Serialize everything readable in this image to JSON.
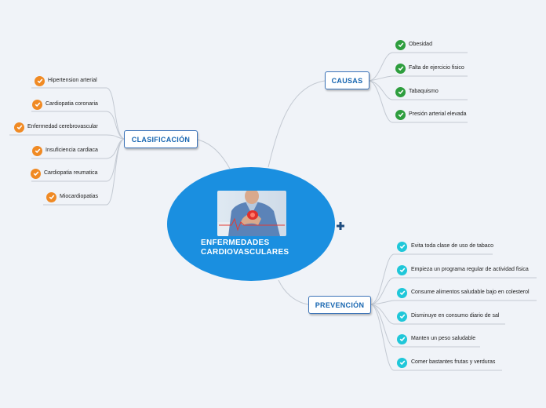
{
  "center": {
    "title_line1": "ENFERMEDADES",
    "title_line2": "CARDIOVASCULARES",
    "image": "man-holding-chest-heart-attack-photo",
    "color": "#1a8fe0"
  },
  "branches": {
    "clasificacion": {
      "label": "CLASIFICACIÓN",
      "check_color": "#f08a24",
      "items": [
        "Hipertension arterial",
        "Cardiopatia coronaria",
        "Enfermedad cerebrovascular",
        "Insuficiencia cardiaca",
        "Cardiopatia reumatica",
        "Miocardiopatias"
      ]
    },
    "causas": {
      "label": "CAUSAS",
      "check_color": "#2e9e3e",
      "items": [
        "Obesidad",
        "Falta de ejercicio fisico",
        "Tabaquismo",
        "Presión arterial elevada"
      ]
    },
    "prevencion": {
      "label": "PREVENCIÓN",
      "check_color": "#1fc7d9",
      "items": [
        "Evita toda clase de uso de tabaco",
        "Empieza un programa regular de actividad fisica",
        "Consume alimentos saludable bajo en colesterol",
        "Disminuye en consumo diario de sal",
        "Manten un peso saludable",
        "Comer bastantes frutas y verduras"
      ]
    }
  },
  "icons": {
    "check": "check-circle-icon",
    "expand": "expand-plus-icon"
  },
  "colors": {
    "node_border": "#3b73b8",
    "node_text": "#1665b0",
    "connector": "#c3c9d2",
    "background": "#f0f3f8"
  }
}
